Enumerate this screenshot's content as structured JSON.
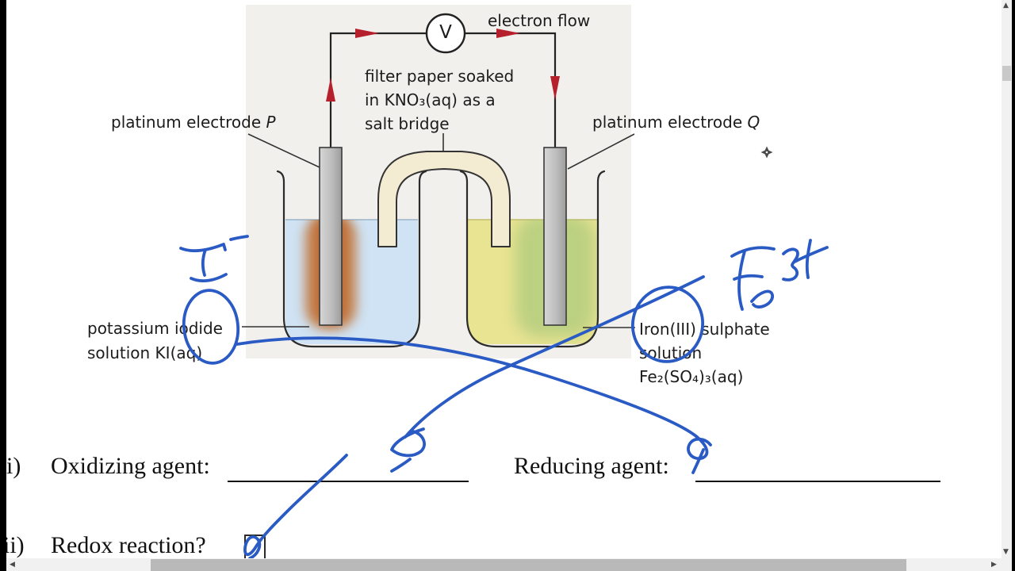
{
  "colors": {
    "ink_blue": "#2a5ac4",
    "arrow_red": "#b5202c",
    "left_solution_fill": "#cfe3f4",
    "right_solution_fill": "#e9e492",
    "salt_bridge_fill": "#f3ecd3",
    "panel_bg": "#f1f0ed"
  },
  "diagram": {
    "electron_flow_label": "electron flow",
    "voltmeter_label": "V",
    "salt_bridge_caption_line1": "filter paper soaked",
    "salt_bridge_caption_line2": "in KNO₃(aq) as a",
    "salt_bridge_caption_line3": "salt bridge",
    "electrode_p_caption": "platinum electrode ",
    "electrode_p_symbol": "P",
    "electrode_q_caption": "platinum electrode ",
    "electrode_q_symbol": "Q",
    "left_beaker_caption_line1": "potassium iodide",
    "left_beaker_caption_line2": "solution KI(aq)",
    "right_beaker_caption_line1": "Iron(III) sulphate",
    "right_beaker_caption_line2": "solution",
    "right_beaker_caption_line3": "Fe₂(SO₄)₃(aq)"
  },
  "handwriting": {
    "left_ion": "I⁻",
    "right_ion": "Fe³⁺"
  },
  "questions": {
    "q1_number": "i)",
    "q1_oxidizing_label": "Oxidizing agent:",
    "q1_reducing_label": "Reducing agent:",
    "q2_number": "ii)",
    "q2_label": "Redox reaction?"
  },
  "scrollbar_icons": {
    "up": "▲",
    "down": "▼",
    "left": "◀",
    "right": "▶"
  }
}
